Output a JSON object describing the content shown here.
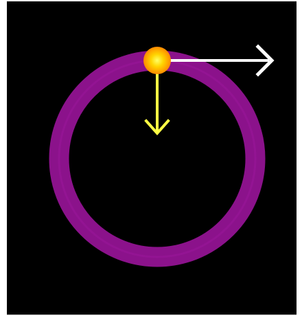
{
  "diagram": {
    "background_color": "#000000",
    "orbit": {
      "color": "#8b128b",
      "highlight_color": "#a21aa2"
    },
    "object": {
      "name": "orbiting-ball",
      "outer_color": "#ff8a00",
      "inner_color": "#ffd400",
      "core_color": "#ffff66"
    },
    "vectors": [
      {
        "name": "velocity-vector",
        "direction": "tangential",
        "color": "#ffffff"
      },
      {
        "name": "acceleration-vector",
        "direction": "centripetal",
        "color": "#ffff44"
      }
    ]
  }
}
